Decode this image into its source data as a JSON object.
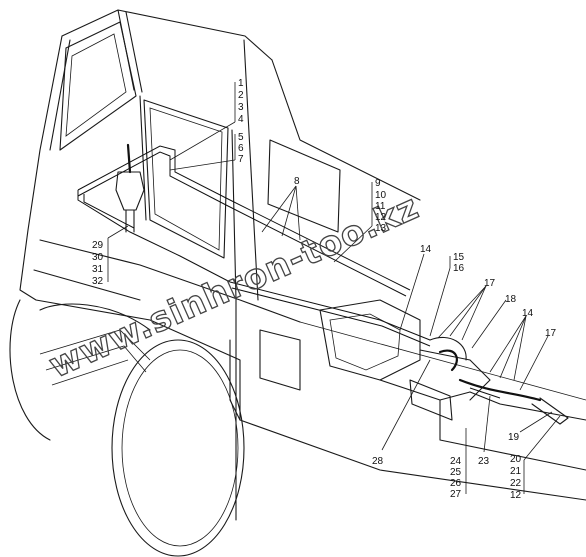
{
  "watermark": {
    "text": "www.sinhron-too.kz"
  },
  "callouts": [
    {
      "id": "n1",
      "text": "1"
    },
    {
      "id": "n2",
      "text": "2"
    },
    {
      "id": "n3",
      "text": "3"
    },
    {
      "id": "n4",
      "text": "4"
    },
    {
      "id": "n5",
      "text": "5"
    },
    {
      "id": "n6",
      "text": "6"
    },
    {
      "id": "n7",
      "text": "7"
    },
    {
      "id": "n8",
      "text": "8"
    },
    {
      "id": "n9",
      "text": "9"
    },
    {
      "id": "n10",
      "text": "10"
    },
    {
      "id": "n11",
      "text": "11"
    },
    {
      "id": "n12",
      "text": "12"
    },
    {
      "id": "n13",
      "text": "13"
    },
    {
      "id": "n14a",
      "text": "14"
    },
    {
      "id": "n15",
      "text": "15"
    },
    {
      "id": "n16",
      "text": "16"
    },
    {
      "id": "n17a",
      "text": "17"
    },
    {
      "id": "n18",
      "text": "18"
    },
    {
      "id": "n14b",
      "text": "14"
    },
    {
      "id": "n17b",
      "text": "17"
    },
    {
      "id": "n29",
      "text": "29"
    },
    {
      "id": "n30",
      "text": "30"
    },
    {
      "id": "n31",
      "text": "31"
    },
    {
      "id": "n32",
      "text": "32"
    },
    {
      "id": "n28",
      "text": "28"
    },
    {
      "id": "n19",
      "text": "19"
    },
    {
      "id": "n23",
      "text": "23"
    },
    {
      "id": "n24",
      "text": "24"
    },
    {
      "id": "n25",
      "text": "25"
    },
    {
      "id": "n26",
      "text": "26"
    },
    {
      "id": "n27",
      "text": "27"
    },
    {
      "id": "n20",
      "text": "20"
    },
    {
      "id": "n21",
      "text": "21"
    },
    {
      "id": "n22",
      "text": "22"
    },
    {
      "id": "n12b",
      "text": "12"
    }
  ]
}
